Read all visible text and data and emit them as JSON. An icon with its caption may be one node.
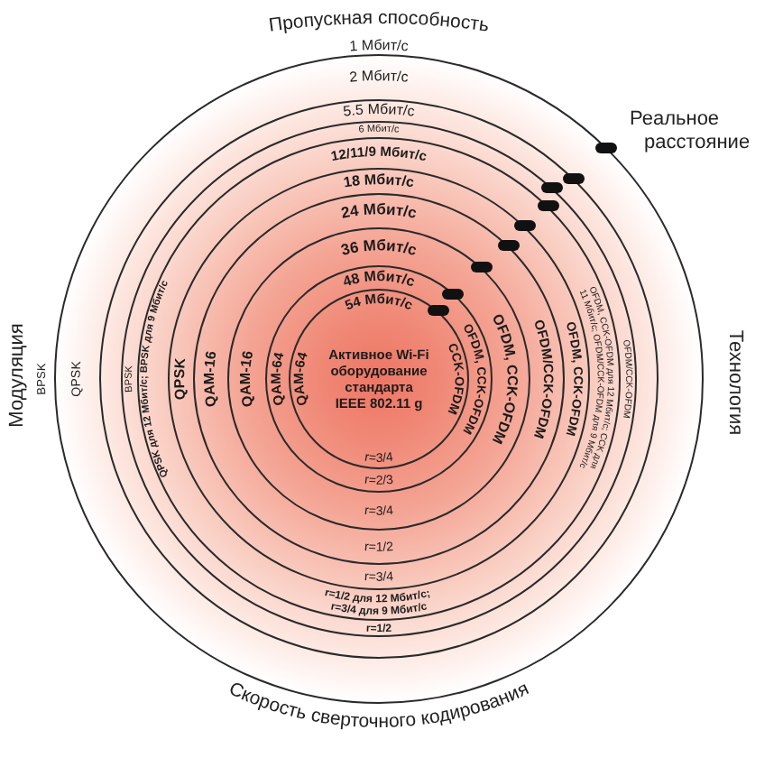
{
  "diagram": {
    "nodes": [
      {
        "text": [
          "2 Мбит/с",
          "QPSK"
        ]
      },
      {
        "text": [
          "5.5 Мбит/с"
        ],
        "in": 0
      },
      {
        "text": [
          "6 Мбит/с",
          "BPSK",
          "OFDM/CCK-OFDM",
          "r=1/2"
        ],
        "in": 1
      },
      {
        "text": [
          "12/11/9 Мбит/с",
          "QPSK для 12 Мбит/с; BPSK для 9 Мбит/с",
          "OFDM, CCK-OFDM для 12 Мбит/с; CCK для 11 Мбит/с; OFDM/CCK-OFDM для 9 Мбит/с",
          "r=1/2 для 12 Мбит/с; r=3/4 для 9 Мбит/с"
        ],
        "in": 2
      },
      {
        "text": [
          "18 Мбит/с",
          "QPSK",
          "OFDM, CCK-OFDM",
          "r=3/4"
        ],
        "in": 3
      },
      {
        "text": [
          "24 Мбит/с",
          "QAM-16",
          "OFDM/CCK-OFDM",
          "r=1/2"
        ],
        "in": 4
      },
      {
        "text": [
          "36 Мбит/с",
          "QAM-16",
          "OFDM, CCK-OFDM",
          "r=3/4"
        ],
        "in": 5
      },
      {
        "text": [
          "48 Мбит/с",
          "QAM-64",
          "OFDM, CCK-OFDM",
          "r=2/3"
        ],
        "in": 6
      },
      {
        "text": [
          "54 Мбит/с",
          "QAM-64",
          "Активное Wi-Fi оборудование стандарта IEEE 802.11 g",
          "CCK-OFDM",
          "r=3/4"
        ],
        "in": 7
      }
    ],
    "labels": [
      "Пропускная способность",
      "1 Мбит/с",
      "Реальное расстояние",
      "Модуляция",
      "BPSK",
      "Технология",
      "Скорость сверточного кодирования"
    ]
  }
}
